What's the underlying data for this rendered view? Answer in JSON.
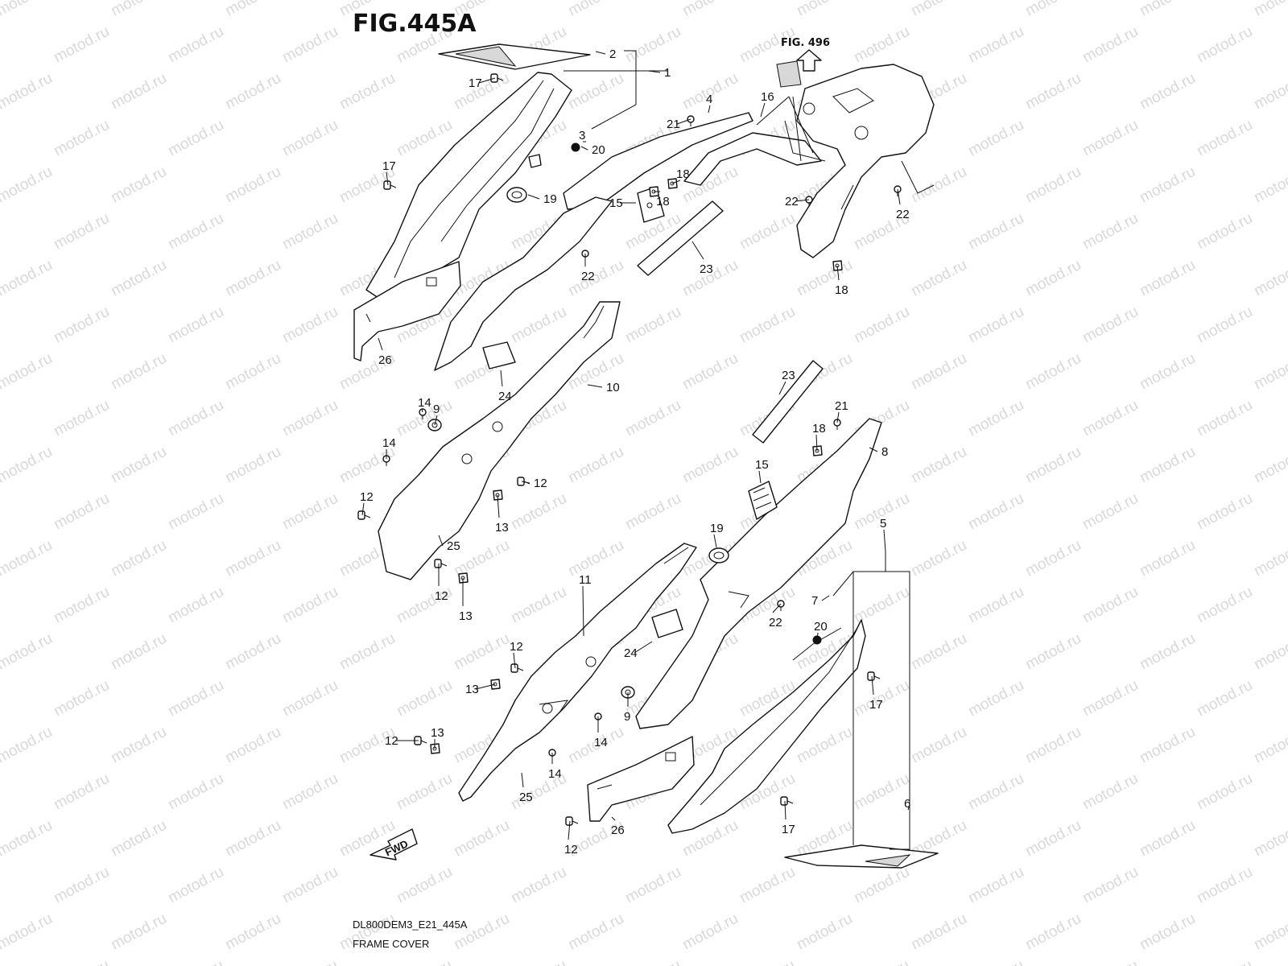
{
  "figure": {
    "title": "FIG.445A",
    "reference": "FIG. 496",
    "direction_label": "FWD",
    "drawing_code": "DL800DEM3_E21_445A",
    "description": "FRAME COVER"
  },
  "watermark": {
    "text": "motod.ru"
  },
  "callouts": [
    "2",
    "1",
    "17",
    "3",
    "20",
    "4",
    "21",
    "16",
    "17",
    "19",
    "18",
    "18",
    "22",
    "22",
    "15",
    "22",
    "23",
    "18",
    "26",
    "24",
    "10",
    "14",
    "9",
    "14",
    "12",
    "12",
    "13",
    "12",
    "13",
    "25",
    "23",
    "21",
    "18",
    "8",
    "15",
    "19",
    "5",
    "11",
    "22",
    "7",
    "20",
    "24",
    "12",
    "13",
    "9",
    "17",
    "14",
    "12",
    "13",
    "14",
    "25",
    "26",
    "12",
    "17",
    "6"
  ]
}
